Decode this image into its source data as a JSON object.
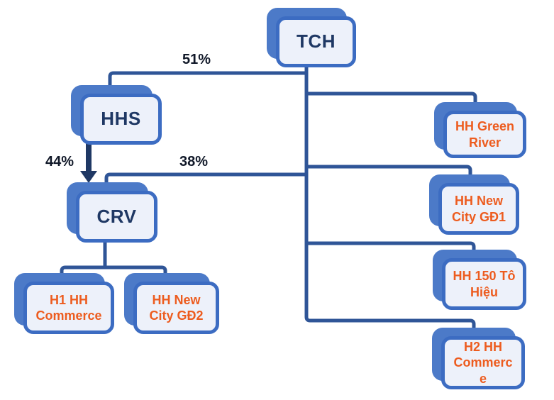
{
  "diagram": {
    "nodes": {
      "tch": {
        "label": "TCH"
      },
      "hhs": {
        "label": "HHS"
      },
      "crv": {
        "label": "CRV"
      },
      "h1_hh_commerce": {
        "label": "H1 HH\nCommerce"
      },
      "hh_new_city_gd2": {
        "label": "HH New\nCity GĐ2"
      },
      "hh_green_river": {
        "label": "HH Green\nRiver"
      },
      "hh_new_city_gd1": {
        "label": "HH New\nCity GĐ1"
      },
      "hh_150_to_hieu": {
        "label": "HH 150 Tô\nHiệu"
      },
      "h2_hh_commerce": {
        "label": "H2 HH\nCommerc\ne"
      }
    },
    "ownership_labels": {
      "tch_to_hhs": "51%",
      "hhs_to_crv": "44%",
      "tch_to_crv": "38%"
    },
    "colors": {
      "connector_blue": "#2F5597",
      "card_border_blue": "#3C6CC2",
      "card_shadow_blue": "#4C7AC8",
      "card_fill": "#EDF1FA",
      "parent_label_navy": "#1F3864",
      "subsidiary_label_orange": "#ED5C1F",
      "percent_label_dark": "#101828",
      "arrow_navy": "#1F3864"
    }
  }
}
